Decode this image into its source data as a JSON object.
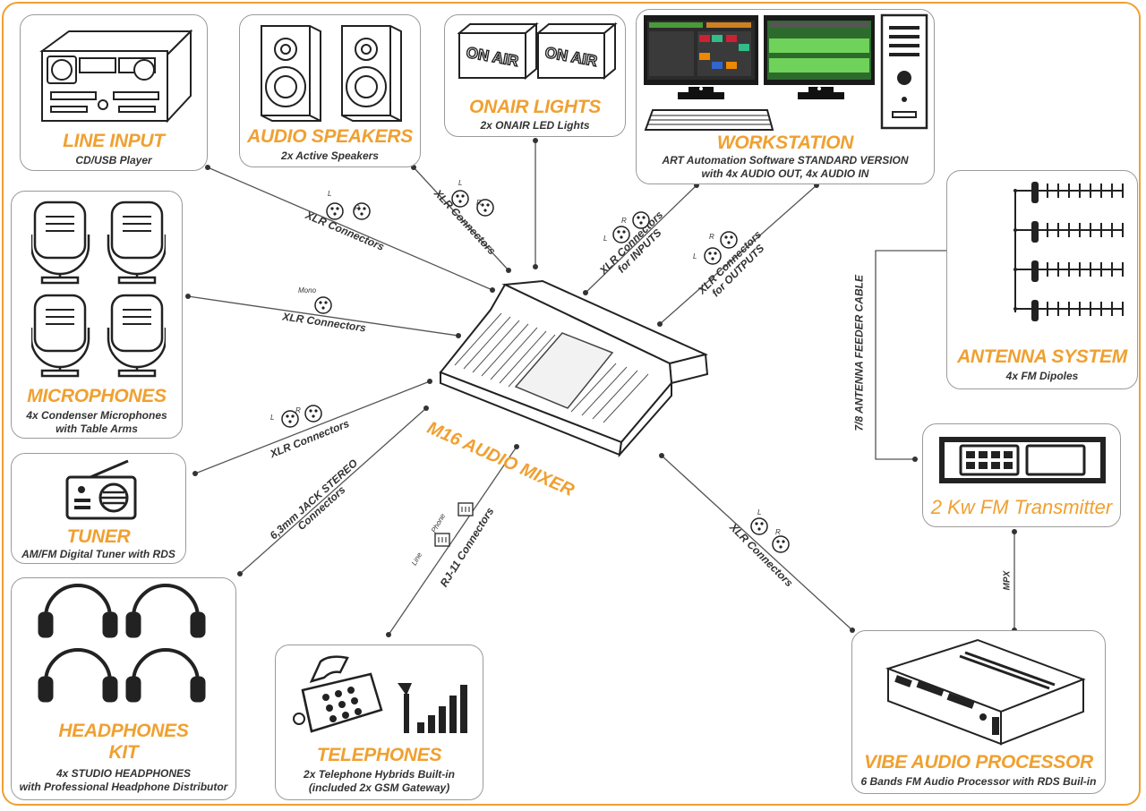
{
  "line_input": {
    "title": "LINE INPUT",
    "subtitle": "CD/USB Player"
  },
  "audio_speakers": {
    "title": "AUDIO SPEAKERS",
    "subtitle": "2x Active Speakers"
  },
  "onair_lights": {
    "title": "ONAIR LIGHTS",
    "subtitle": "2x ONAIR LED Lights",
    "sign_text": "ON AIR"
  },
  "workstation": {
    "title": "WORKSTATION",
    "subtitle_line1": "ART Automation Software STANDARD VERSION",
    "subtitle_line2": "with 4x AUDIO OUT, 4x AUDIO IN"
  },
  "microphones": {
    "title": "MICROPHONES",
    "subtitle_line1": "4x Condenser Microphones",
    "subtitle_line2": "with Table Arms"
  },
  "tuner": {
    "title": "TUNER",
    "subtitle": "AM/FM Digital Tuner with RDS"
  },
  "headphones": {
    "title_line1": "HEADPHONES",
    "title_line2": "KIT",
    "subtitle_line1": "4x STUDIO HEADPHONES",
    "subtitle_line2": "with Professional Headphone Distributor"
  },
  "telephones": {
    "title": "TELEPHONES",
    "subtitle_line1": "2x Telephone Hybrids Built-in",
    "subtitle_line2": "(included 2x GSM Gateway)"
  },
  "antenna": {
    "title": "ANTENNA SYSTEM",
    "subtitle": "4x FM Dipoles"
  },
  "transmitter": {
    "title": "2 Kw FM Transmitter"
  },
  "processor": {
    "title": "VIBE AUDIO PROCESSOR",
    "subtitle": "6 Bands FM Audio Processor with RDS Buil-in"
  },
  "mixer": {
    "title": "M16 AUDIO MIXER"
  },
  "connections": {
    "line_input": "XLR Connectors",
    "speakers": "XLR Connectors",
    "workstation_in_1": "XLR Connectors",
    "workstation_in_2": "for INPUTS",
    "workstation_out_1": "XLR Connectors",
    "workstation_out_2": "for OUTPUTS",
    "microphones": "XLR Connectors",
    "tuner": "XLR Connectors",
    "jack_1": "6,3mm JACK STEREO",
    "jack_2": "Connectors",
    "rj11": "RJ-11 Connectors",
    "processor": "XLR Connectors",
    "feeder": "7/8 ANTENNA FEEDER CABLE",
    "mpx": "MPX"
  },
  "labels": {
    "l": "L",
    "r": "R",
    "mono": "Mono",
    "line": "Line",
    "phone": "Phone"
  }
}
